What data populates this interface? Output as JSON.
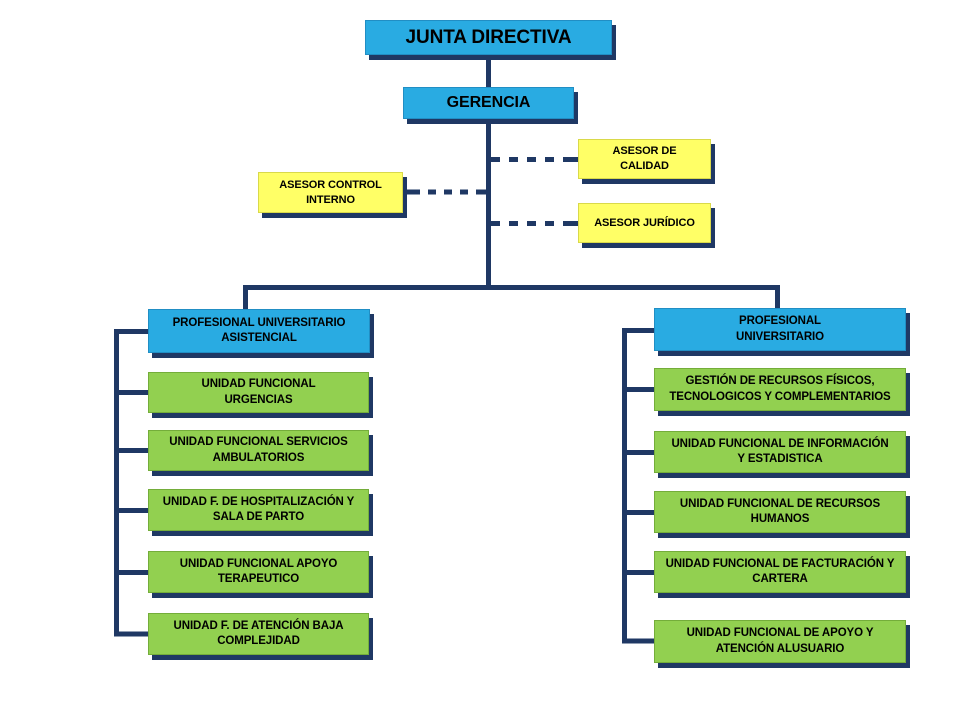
{
  "colors": {
    "box_blue": "#29ABE2",
    "box_green": "#92D050",
    "box_yellow": "#FFFF66",
    "connector_line": "#1F3864",
    "shadow": "#1F3864",
    "text": "#000000",
    "background": "#FFFFFF"
  },
  "org": {
    "root": {
      "label": "JUNTA DIRECTIVA"
    },
    "gerencia": {
      "label": "GERENCIA"
    },
    "advisors": {
      "calidad": {
        "label": "ASESOR DE\nCALIDAD"
      },
      "control_interno": {
        "label": "ASESOR CONTROL\nINTERNO"
      },
      "juridico": {
        "label": "ASESOR JURÍDICO"
      }
    },
    "left_branch": {
      "head": {
        "label": "PROFESIONAL UNIVERSITARIO\nASISTENCIAL"
      },
      "units": [
        {
          "label": "UNIDAD FUNCIONAL\nURGENCIAS"
        },
        {
          "label": "UNIDAD FUNCIONAL SERVICIOS\nAMBULATORIOS"
        },
        {
          "label": "UNIDAD F. DE HOSPITALIZACIÓN Y\nSALA DE PARTO"
        },
        {
          "label": "UNIDAD FUNCIONAL APOYO\nTERAPEUTICO"
        },
        {
          "label": "UNIDAD F. DE ATENCIÓN BAJA\nCOMPLEJIDAD"
        }
      ]
    },
    "right_branch": {
      "head": {
        "label": "PROFESIONAL\nUNIVERSITARIO"
      },
      "units": [
        {
          "label": "GESTIÓN DE RECURSOS FÍSICOS,\nTECNOLOGICOS Y COMPLEMENTARIOS"
        },
        {
          "label": "UNIDAD FUNCIONAL DE INFORMACIÓN\nY ESTADISTICA"
        },
        {
          "label": "UNIDAD FUNCIONAL DE RECURSOS\nHUMANOS"
        },
        {
          "label": "UNIDAD FUNCIONAL DE FACTURACIÓN Y\nCARTERA"
        },
        {
          "label": "UNIDAD FUNCIONAL DE APOYO Y\nATENCIÓN ALUSUARIO"
        }
      ]
    }
  }
}
